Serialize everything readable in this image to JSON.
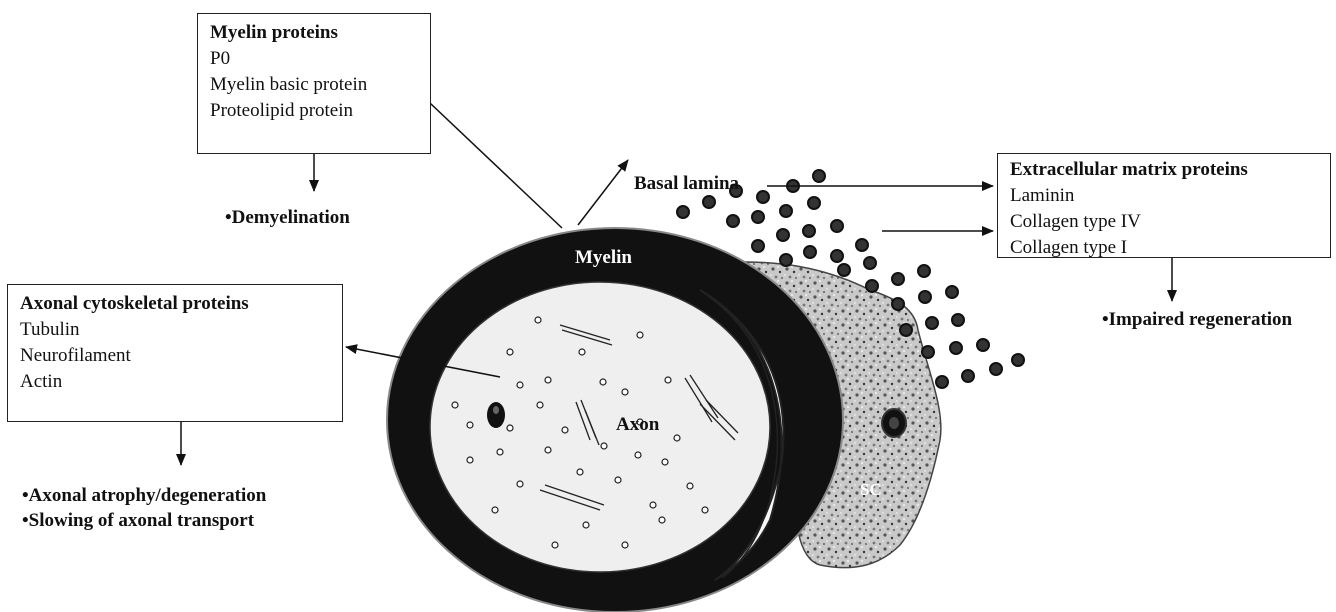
{
  "myelin_box": {
    "title": "Myelin proteins",
    "items": [
      "P0",
      "Myelin basic protein",
      "Proteolipid protein"
    ],
    "outcome": "•Demyelination"
  },
  "axonal_box": {
    "title": "Axonal cytoskeletal proteins",
    "items": [
      "Tubulin",
      "Neurofilament",
      "Actin"
    ],
    "outcomes": [
      "•Axonal atrophy/degeneration",
      "•Slowing of axonal transport"
    ]
  },
  "ecm_box": {
    "title": "Extracellular matrix proteins",
    "items": [
      "Laminin",
      "Collagen type IV",
      "Collagen type I"
    ],
    "outcome": "•Impaired regeneration"
  },
  "labels": {
    "basal_lamina": "Basal lamina",
    "myelin": "Myelin",
    "axon": "Axon",
    "schwann_cell": "SC"
  }
}
